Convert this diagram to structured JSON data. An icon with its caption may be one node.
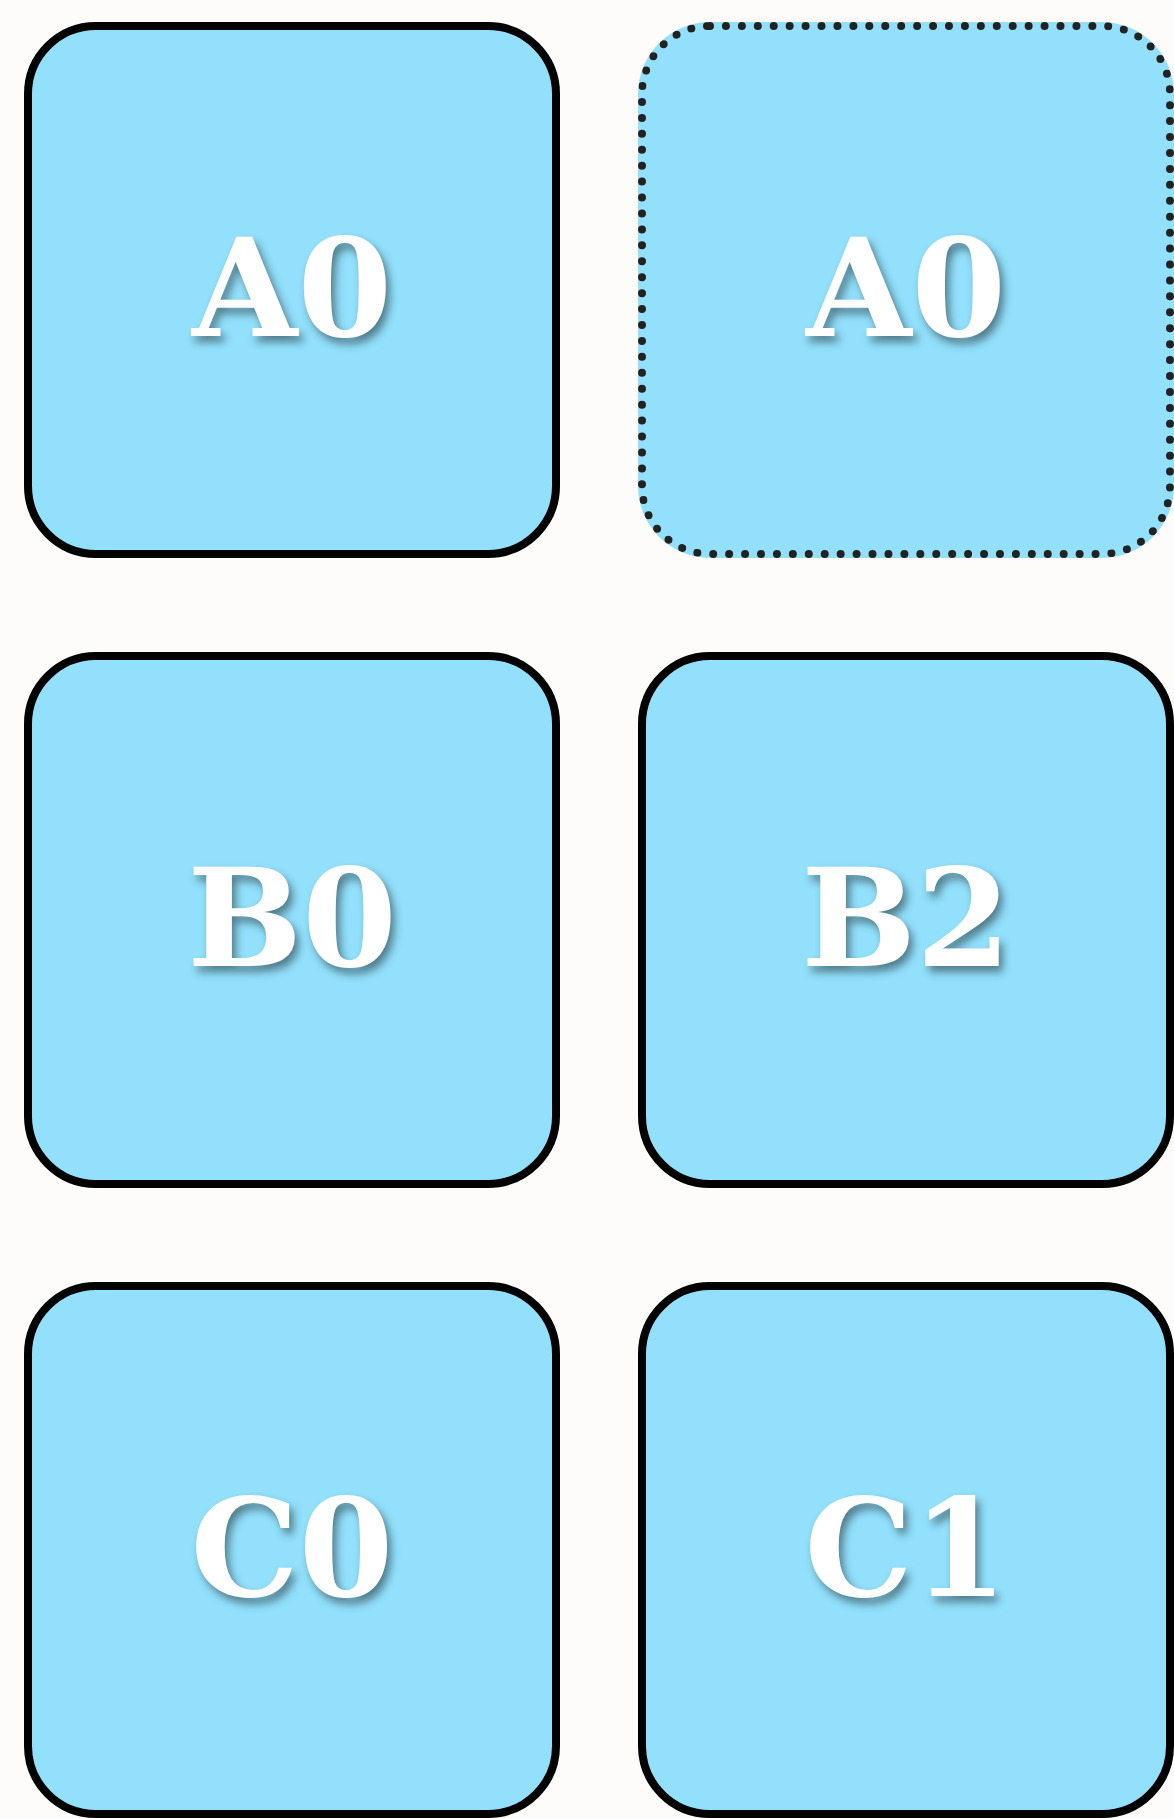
{
  "diagram": {
    "nodes": [
      {
        "text": [
          "A0"
        ]
      },
      {
        "text": [
          "A0"
        ]
      },
      {
        "text": [
          "B0"
        ]
      },
      {
        "text": [
          "B2"
        ]
      },
      {
        "text": [
          "C0"
        ]
      },
      {
        "text": [
          "C1"
        ]
      }
    ]
  }
}
